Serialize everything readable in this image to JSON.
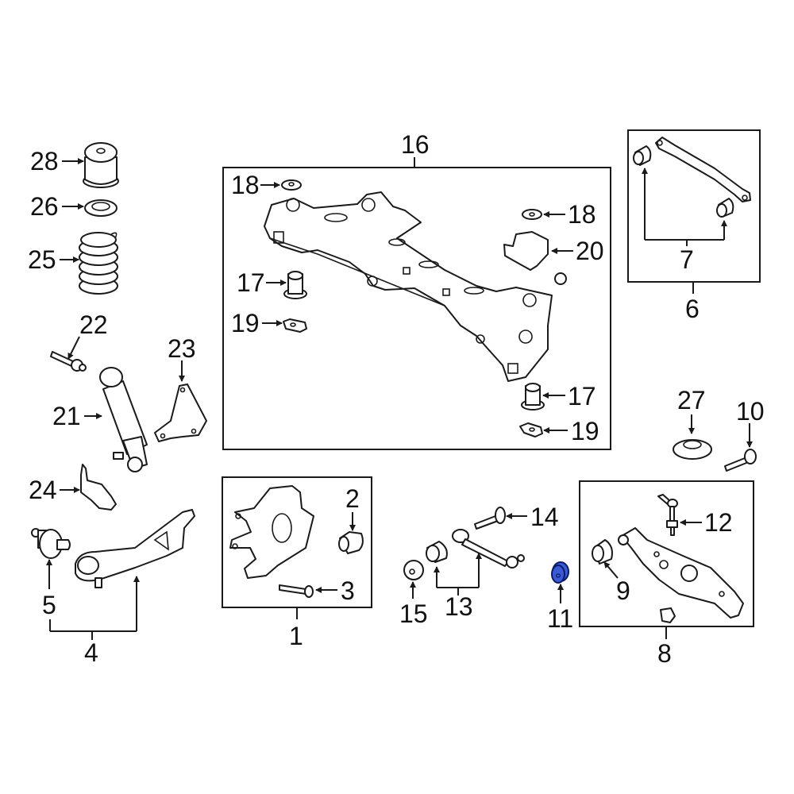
{
  "diagram": {
    "type": "exploded parts diagram",
    "subject": "rear suspension / subframe assembly",
    "highlight_color": "#3b5bd6",
    "highlighted_part": "11",
    "groups": [
      {
        "id": "16",
        "label": "16",
        "contains": [
          "17",
          "18",
          "19",
          "20"
        ]
      },
      {
        "id": "6",
        "label": "6",
        "contains": [
          "7"
        ]
      },
      {
        "id": "1",
        "label": "1",
        "contains": [
          "2",
          "3"
        ]
      },
      {
        "id": "8",
        "label": "8",
        "contains": [
          "9",
          "12"
        ]
      },
      {
        "id": "4",
        "label": "4",
        "contains": [
          "5"
        ]
      },
      {
        "id": "13",
        "label": "13",
        "contains": []
      }
    ],
    "callouts": {
      "c1": "1",
      "c2": "2",
      "c3": "3",
      "c4": "4",
      "c5": "5",
      "c6": "6",
      "c7": "7",
      "c8": "8",
      "c9": "9",
      "c10": "10",
      "c11": "11",
      "c12": "12",
      "c13": "13",
      "c14": "14",
      "c15": "15",
      "c16": "16",
      "c17a": "17",
      "c17b": "17",
      "c18a": "18",
      "c18b": "18",
      "c19a": "19",
      "c19b": "19",
      "c20": "20",
      "c21": "21",
      "c22": "22",
      "c23": "23",
      "c24": "24",
      "c25": "25",
      "c26": "26",
      "c27": "27",
      "c28": "28"
    }
  }
}
